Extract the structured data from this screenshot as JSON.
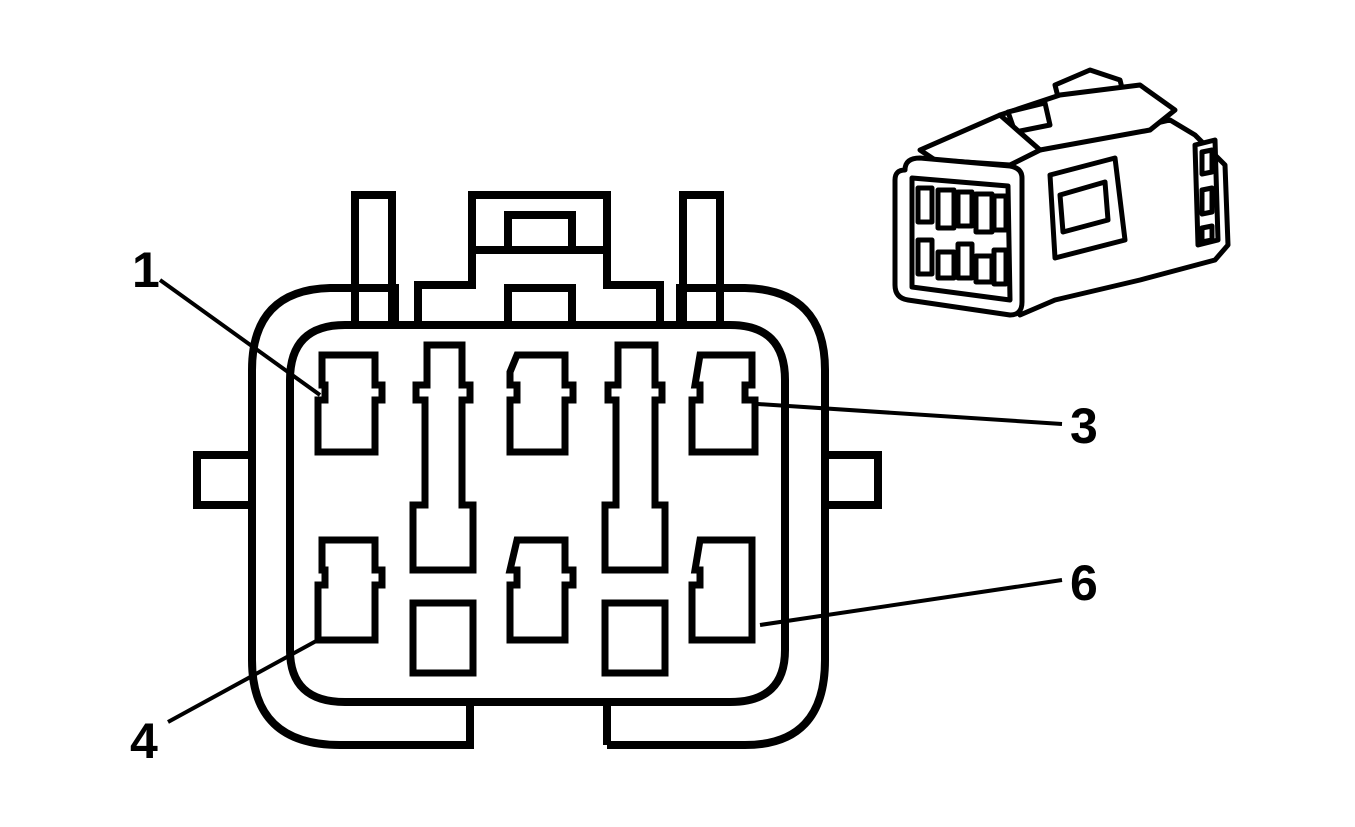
{
  "diagram": {
    "pin_labels": {
      "pin1": "1",
      "pin3": "3",
      "pin4": "4",
      "pin6": "6"
    },
    "colors": {
      "line": "#000000",
      "background": "#ffffff"
    }
  }
}
